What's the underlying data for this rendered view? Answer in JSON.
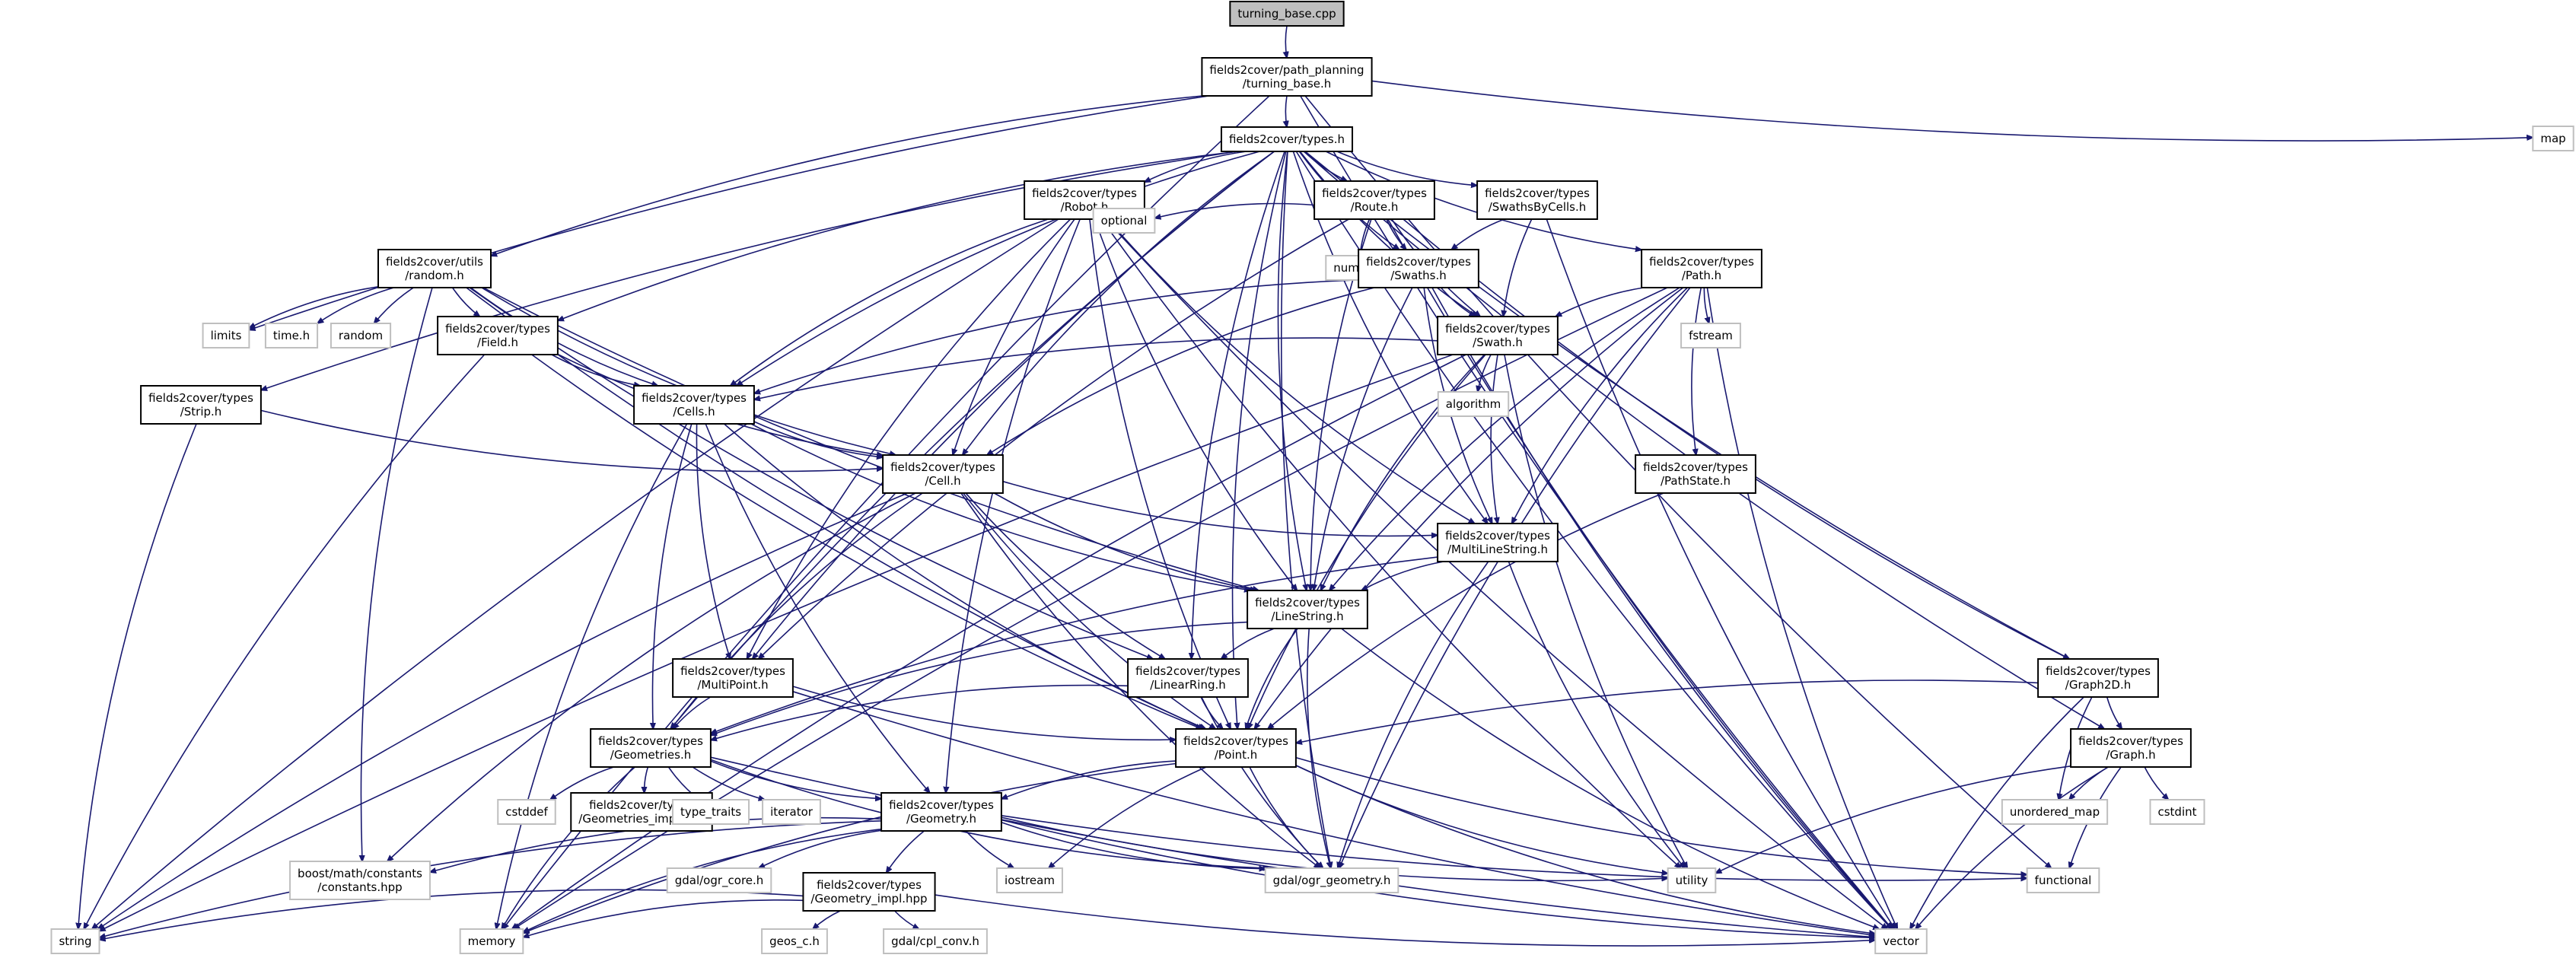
{
  "colors": {
    "edge": "#191970",
    "root_fill": "#bfbfbf",
    "root_border": "#000000",
    "node_fill": "#ffffff",
    "node_border": "#000000",
    "external_border": "#bfbfbf",
    "text": "#000000"
  },
  "nodes": [
    {
      "id": "turning_base_cpp",
      "lines": [
        "turning_base.cpp"
      ],
      "kind": "root"
    },
    {
      "id": "turning_base_h",
      "lines": [
        "fields2cover/path_planning",
        "/turning_base.h"
      ],
      "kind": "header"
    },
    {
      "id": "types_h",
      "lines": [
        "fields2cover/types.h"
      ],
      "kind": "header"
    },
    {
      "id": "map",
      "lines": [
        "map"
      ],
      "kind": "external"
    },
    {
      "id": "robot_h",
      "lines": [
        "fields2cover/types",
        "/Robot.h"
      ],
      "kind": "header"
    },
    {
      "id": "route_h",
      "lines": [
        "fields2cover/types",
        "/Route.h"
      ],
      "kind": "header"
    },
    {
      "id": "swathsbycells_h",
      "lines": [
        "fields2cover/types",
        "/SwathsByCells.h"
      ],
      "kind": "header"
    },
    {
      "id": "random_h",
      "lines": [
        "fields2cover/utils",
        "/random.h"
      ],
      "kind": "header"
    },
    {
      "id": "optional",
      "lines": [
        "optional"
      ],
      "kind": "external"
    },
    {
      "id": "numeric",
      "lines": [
        "numeric"
      ],
      "kind": "external"
    },
    {
      "id": "swaths_h",
      "lines": [
        "fields2cover/types",
        "/Swaths.h"
      ],
      "kind": "header"
    },
    {
      "id": "path_h",
      "lines": [
        "fields2cover/types",
        "/Path.h"
      ],
      "kind": "header"
    },
    {
      "id": "limits",
      "lines": [
        "limits"
      ],
      "kind": "external"
    },
    {
      "id": "time_h",
      "lines": [
        "time.h"
      ],
      "kind": "external"
    },
    {
      "id": "random",
      "lines": [
        "random"
      ],
      "kind": "external"
    },
    {
      "id": "field_h",
      "lines": [
        "fields2cover/types",
        "/Field.h"
      ],
      "kind": "header"
    },
    {
      "id": "swath_h",
      "lines": [
        "fields2cover/types",
        "/Swath.h"
      ],
      "kind": "header"
    },
    {
      "id": "fstream",
      "lines": [
        "fstream"
      ],
      "kind": "external"
    },
    {
      "id": "strip_h",
      "lines": [
        "fields2cover/types",
        "/Strip.h"
      ],
      "kind": "header"
    },
    {
      "id": "cells_h",
      "lines": [
        "fields2cover/types",
        "/Cells.h"
      ],
      "kind": "header"
    },
    {
      "id": "algorithm",
      "lines": [
        "algorithm"
      ],
      "kind": "external"
    },
    {
      "id": "cell_h",
      "lines": [
        "fields2cover/types",
        "/Cell.h"
      ],
      "kind": "header"
    },
    {
      "id": "pathstate_h",
      "lines": [
        "fields2cover/types",
        "/PathState.h"
      ],
      "kind": "header"
    },
    {
      "id": "multilinestring_h",
      "lines": [
        "fields2cover/types",
        "/MultiLineString.h"
      ],
      "kind": "header"
    },
    {
      "id": "linestring_h",
      "lines": [
        "fields2cover/types",
        "/LineString.h"
      ],
      "kind": "header"
    },
    {
      "id": "multipoint_h",
      "lines": [
        "fields2cover/types",
        "/MultiPoint.h"
      ],
      "kind": "header"
    },
    {
      "id": "linearring_h",
      "lines": [
        "fields2cover/types",
        "/LinearRing.h"
      ],
      "kind": "header"
    },
    {
      "id": "graph2d_h",
      "lines": [
        "fields2cover/types",
        "/Graph2D.h"
      ],
      "kind": "header"
    },
    {
      "id": "geometries_h",
      "lines": [
        "fields2cover/types",
        "/Geometries.h"
      ],
      "kind": "header"
    },
    {
      "id": "point_h",
      "lines": [
        "fields2cover/types",
        "/Point.h"
      ],
      "kind": "header"
    },
    {
      "id": "graph_h",
      "lines": [
        "fields2cover/types",
        "/Graph.h"
      ],
      "kind": "header"
    },
    {
      "id": "cstddef",
      "lines": [
        "cstddef"
      ],
      "kind": "external"
    },
    {
      "id": "geometries_impl_hpp",
      "lines": [
        "fields2cover/types",
        "/Geometries_impl.hpp"
      ],
      "kind": "header"
    },
    {
      "id": "type_traits",
      "lines": [
        "type_traits"
      ],
      "kind": "external"
    },
    {
      "id": "iterator",
      "lines": [
        "iterator"
      ],
      "kind": "external"
    },
    {
      "id": "geometry_h",
      "lines": [
        "fields2cover/types",
        "/Geometry.h"
      ],
      "kind": "header"
    },
    {
      "id": "unordered_map",
      "lines": [
        "unordered_map"
      ],
      "kind": "external"
    },
    {
      "id": "cstdint",
      "lines": [
        "cstdint"
      ],
      "kind": "external"
    },
    {
      "id": "boost_constants",
      "lines": [
        "boost/math/constants",
        "/constants.hpp"
      ],
      "kind": "external"
    },
    {
      "id": "ogr_core_h",
      "lines": [
        "gdal/ogr_core.h"
      ],
      "kind": "external"
    },
    {
      "id": "geometry_impl_hpp",
      "lines": [
        "fields2cover/types",
        "/Geometry_impl.hpp"
      ],
      "kind": "header"
    },
    {
      "id": "iostream",
      "lines": [
        "iostream"
      ],
      "kind": "external"
    },
    {
      "id": "ogr_geometry_h",
      "lines": [
        "gdal/ogr_geometry.h"
      ],
      "kind": "external"
    },
    {
      "id": "utility",
      "lines": [
        "utility"
      ],
      "kind": "external"
    },
    {
      "id": "functional",
      "lines": [
        "functional"
      ],
      "kind": "external"
    },
    {
      "id": "string",
      "lines": [
        "string"
      ],
      "kind": "external"
    },
    {
      "id": "memory",
      "lines": [
        "memory"
      ],
      "kind": "external"
    },
    {
      "id": "geos_c_h",
      "lines": [
        "geos_c.h"
      ],
      "kind": "external"
    },
    {
      "id": "cpl_conv_h",
      "lines": [
        "gdal/cpl_conv.h"
      ],
      "kind": "external"
    },
    {
      "id": "vector",
      "lines": [
        "vector"
      ],
      "kind": "external"
    }
  ],
  "edges": [
    [
      "turning_base_cpp",
      "turning_base_h"
    ],
    [
      "turning_base_h",
      "types_h"
    ],
    [
      "turning_base_h",
      "random_h"
    ],
    [
      "turning_base_h",
      "map"
    ],
    [
      "turning_base_h",
      "limits"
    ],
    [
      "turning_base_h",
      "memory"
    ],
    [
      "turning_base_h",
      "functional"
    ],
    [
      "turning_base_h",
      "vector"
    ],
    [
      "types_h",
      "robot_h"
    ],
    [
      "types_h",
      "route_h"
    ],
    [
      "types_h",
      "swathsbycells_h"
    ],
    [
      "types_h",
      "swaths_h"
    ],
    [
      "types_h",
      "path_h"
    ],
    [
      "types_h",
      "field_h"
    ],
    [
      "types_h",
      "swath_h"
    ],
    [
      "types_h",
      "strip_h"
    ],
    [
      "types_h",
      "cells_h"
    ],
    [
      "types_h",
      "cell_h"
    ],
    [
      "types_h",
      "multilinestring_h"
    ],
    [
      "types_h",
      "linestring_h"
    ],
    [
      "types_h",
      "multipoint_h"
    ],
    [
      "types_h",
      "linearring_h"
    ],
    [
      "types_h",
      "geometries_h"
    ],
    [
      "types_h",
      "point_h"
    ],
    [
      "types_h",
      "graph2d_h"
    ],
    [
      "types_h",
      "graph_h"
    ],
    [
      "types_h",
      "ogr_geometry_h"
    ],
    [
      "types_h",
      "vector"
    ],
    [
      "robot_h",
      "optional"
    ],
    [
      "robot_h",
      "string"
    ],
    [
      "robot_h",
      "cells_h"
    ],
    [
      "robot_h",
      "cell_h"
    ],
    [
      "robot_h",
      "linestring_h"
    ],
    [
      "robot_h",
      "point_h"
    ],
    [
      "robot_h",
      "geometry_h"
    ],
    [
      "robot_h",
      "multipoint_h"
    ],
    [
      "robot_h",
      "multilinestring_h"
    ],
    [
      "robot_h",
      "vector"
    ],
    [
      "robot_h",
      "utility"
    ],
    [
      "route_h",
      "optional"
    ],
    [
      "route_h",
      "numeric"
    ],
    [
      "route_h",
      "swaths_h"
    ],
    [
      "route_h",
      "swath_h"
    ],
    [
      "route_h",
      "multipoint_h"
    ],
    [
      "route_h",
      "linestring_h"
    ],
    [
      "route_h",
      "vector"
    ],
    [
      "route_h",
      "graph2d_h"
    ],
    [
      "swathsbycells_h",
      "swaths_h"
    ],
    [
      "swathsbycells_h",
      "swath_h"
    ],
    [
      "swathsbycells_h",
      "vector"
    ],
    [
      "random_h",
      "limits"
    ],
    [
      "random_h",
      "time_h"
    ],
    [
      "random_h",
      "random"
    ],
    [
      "random_h",
      "field_h"
    ],
    [
      "random_h",
      "cells_h"
    ],
    [
      "random_h",
      "cell_h"
    ],
    [
      "random_h",
      "linestring_h"
    ],
    [
      "random_h",
      "point_h"
    ],
    [
      "random_h",
      "linearring_h"
    ],
    [
      "random_h",
      "boost_constants"
    ],
    [
      "swaths_h",
      "swath_h"
    ],
    [
      "swaths_h",
      "cell_h"
    ],
    [
      "swaths_h",
      "cells_h"
    ],
    [
      "swaths_h",
      "multilinestring_h"
    ],
    [
      "swaths_h",
      "linestring_h"
    ],
    [
      "swaths_h",
      "vector"
    ],
    [
      "path_h",
      "swath_h"
    ],
    [
      "path_h",
      "pathstate_h"
    ],
    [
      "path_h",
      "fstream"
    ],
    [
      "path_h",
      "memory"
    ],
    [
      "path_h",
      "multilinestring_h"
    ],
    [
      "path_h",
      "linestring_h"
    ],
    [
      "path_h",
      "point_h"
    ],
    [
      "path_h",
      "ogr_geometry_h"
    ],
    [
      "path_h",
      "vector"
    ],
    [
      "field_h",
      "cells_h"
    ],
    [
      "field_h",
      "cell_h"
    ],
    [
      "field_h",
      "point_h"
    ],
    [
      "field_h",
      "string"
    ],
    [
      "swath_h",
      "algorithm"
    ],
    [
      "swath_h",
      "cells_h"
    ],
    [
      "swath_h",
      "multilinestring_h"
    ],
    [
      "swath_h",
      "linestring_h"
    ],
    [
      "swath_h",
      "point_h"
    ],
    [
      "swath_h",
      "utility"
    ],
    [
      "swath_h",
      "string"
    ],
    [
      "swath_h",
      "memory"
    ],
    [
      "strip_h",
      "cell_h"
    ],
    [
      "strip_h",
      "string"
    ],
    [
      "cells_h",
      "cell_h"
    ],
    [
      "cells_h",
      "linestring_h"
    ],
    [
      "cells_h",
      "point_h"
    ],
    [
      "cells_h",
      "geometries_h"
    ],
    [
      "cells_h",
      "multipoint_h"
    ],
    [
      "cells_h",
      "geometry_h"
    ],
    [
      "cells_h",
      "memory"
    ],
    [
      "cell_h",
      "multilinestring_h"
    ],
    [
      "cell_h",
      "linestring_h"
    ],
    [
      "cell_h",
      "linearring_h"
    ],
    [
      "cell_h",
      "point_h"
    ],
    [
      "cell_h",
      "geometries_h"
    ],
    [
      "cell_h",
      "ogr_geometry_h"
    ],
    [
      "cell_h",
      "boost_constants"
    ],
    [
      "cell_h",
      "string"
    ],
    [
      "pathstate_h",
      "point_h"
    ],
    [
      "multilinestring_h",
      "linestring_h"
    ],
    [
      "multilinestring_h",
      "geometries_h"
    ],
    [
      "multilinestring_h",
      "ogr_geometry_h"
    ],
    [
      "multilinestring_h",
      "utility"
    ],
    [
      "linestring_h",
      "linearring_h"
    ],
    [
      "linestring_h",
      "point_h"
    ],
    [
      "linestring_h",
      "geometries_h"
    ],
    [
      "linestring_h",
      "ogr_geometry_h"
    ],
    [
      "linestring_h",
      "vector"
    ],
    [
      "multipoint_h",
      "point_h"
    ],
    [
      "multipoint_h",
      "geometries_h"
    ],
    [
      "multipoint_h",
      "vector"
    ],
    [
      "linearring_h",
      "point_h"
    ],
    [
      "linearring_h",
      "geometries_h"
    ],
    [
      "linearring_h",
      "ogr_geometry_h"
    ],
    [
      "graph2d_h",
      "graph_h"
    ],
    [
      "graph2d_h",
      "point_h"
    ],
    [
      "graph2d_h",
      "unordered_map"
    ],
    [
      "graph2d_h",
      "vector"
    ],
    [
      "geometries_h",
      "geometries_impl_hpp"
    ],
    [
      "geometries_h",
      "cstddef"
    ],
    [
      "geometries_h",
      "type_traits"
    ],
    [
      "geometries_h",
      "iterator"
    ],
    [
      "geometries_h",
      "geometry_h"
    ],
    [
      "geometries_h",
      "ogr_geometry_h"
    ],
    [
      "geometries_h",
      "memory"
    ],
    [
      "geometries_h",
      "vector"
    ],
    [
      "point_h",
      "geometry_h"
    ],
    [
      "point_h",
      "ogr_geometry_h"
    ],
    [
      "point_h",
      "iostream"
    ],
    [
      "point_h",
      "utility"
    ],
    [
      "point_h",
      "functional"
    ],
    [
      "point_h",
      "memory"
    ],
    [
      "point_h",
      "vector"
    ],
    [
      "graph_h",
      "unordered_map"
    ],
    [
      "graph_h",
      "cstdint"
    ],
    [
      "graph_h",
      "utility"
    ],
    [
      "graph_h",
      "functional"
    ],
    [
      "graph_h",
      "vector"
    ],
    [
      "geometry_h",
      "boost_constants"
    ],
    [
      "geometry_h",
      "ogr_core_h"
    ],
    [
      "geometry_h",
      "geometry_impl_hpp"
    ],
    [
      "geometry_h",
      "iostream"
    ],
    [
      "geometry_h",
      "ogr_geometry_h"
    ],
    [
      "geometry_h",
      "utility"
    ],
    [
      "geometry_h",
      "functional"
    ],
    [
      "geometry_h",
      "string"
    ],
    [
      "geometry_h",
      "memory"
    ],
    [
      "geometry_h",
      "vector"
    ],
    [
      "geometry_impl_hpp",
      "geos_c_h"
    ],
    [
      "geometry_impl_hpp",
      "cpl_conv_h"
    ],
    [
      "geometry_impl_hpp",
      "string"
    ],
    [
      "geometry_impl_hpp",
      "memory"
    ],
    [
      "geometry_impl_hpp",
      "vector"
    ]
  ]
}
